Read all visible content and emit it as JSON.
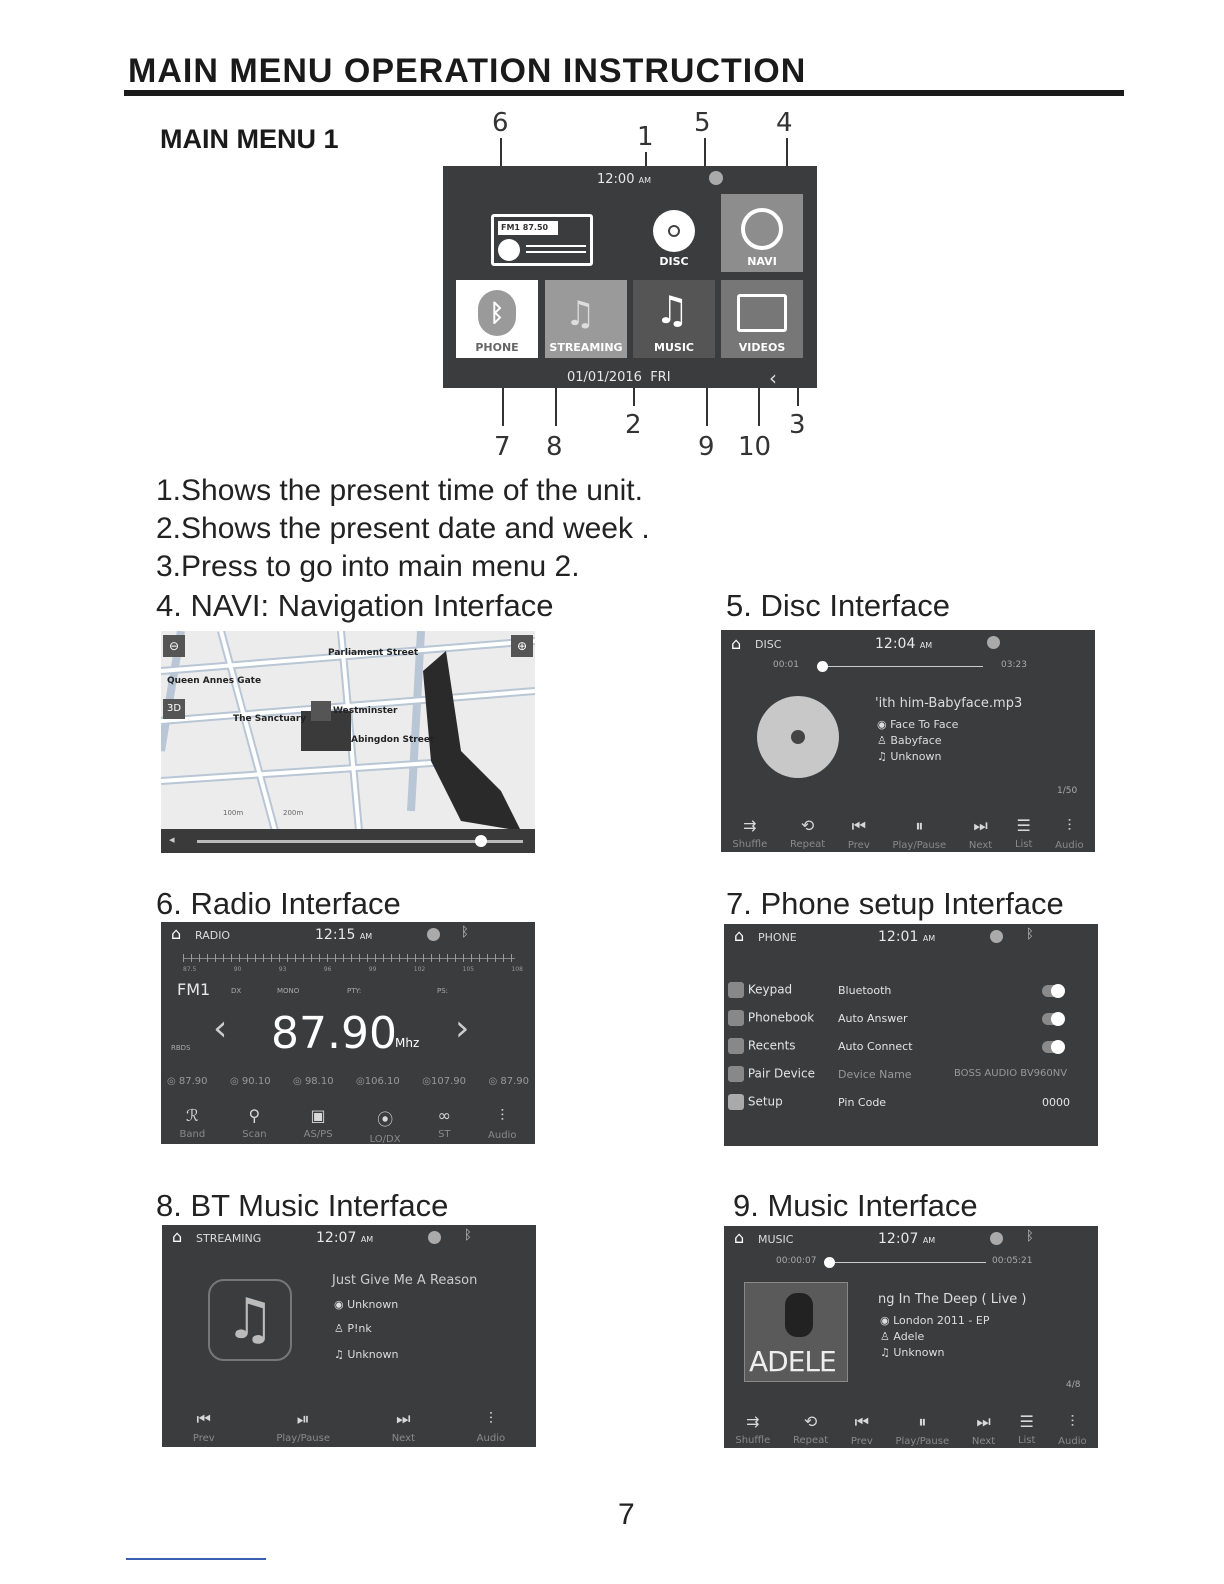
{
  "title": "MAIN MENU OPERATION INSTRUCTION",
  "section": "MAIN MENU 1",
  "callouts": {
    "n1": "1",
    "n2": "2",
    "n3": "3",
    "n4": "4",
    "n5": "5",
    "n6": "6",
    "n7": "7",
    "n8": "8",
    "n9": "9",
    "n10": "10"
  },
  "main_menu": {
    "time": "12:00",
    "ampm": "AM",
    "radio_display": "FM1  87.50",
    "tiles": {
      "disc": "DISC",
      "navi": "NAVI",
      "phone": "PHONE",
      "streaming": "STREAMING",
      "music": "MUSIC",
      "videos": "VIDEOS"
    },
    "date": "01/01/2016",
    "weekday": "FRI"
  },
  "instructions": [
    "1.Shows the present time of the unit.",
    "2.Shows the present date and week .",
    "3.Press to go into main menu 2."
  ],
  "captions": {
    "navi": "4. NAVI: Navigation Interface",
    "disc": "5. Disc Interface",
    "radio": "6. Radio Interface",
    "phone": "7. Phone setup Interface",
    "bt": "8.  BT Music Interface",
    "music": "9. Music Interface"
  },
  "navi": {
    "streets": [
      "Parliament Street",
      "Queen Annes Gate",
      "The Sanctuary",
      "Westminster",
      "Abingdon Street"
    ],
    "mode": "3D",
    "scale1": "100m",
    "scale2": "200m"
  },
  "disc": {
    "source": "DISC",
    "time": "12:04",
    "ampm": "AM",
    "elapsed": "00:01",
    "total": "03:23",
    "track": "'ith him-Babyface.mp3",
    "album": "Face To Face",
    "artist": "Babyface",
    "genre": "Unknown",
    "index": "1/50",
    "buttons": [
      "Shuffle",
      "Repeat",
      "Prev",
      "Play/Pause",
      "Next",
      "List",
      "Audio"
    ]
  },
  "radio": {
    "source": "RADIO",
    "time": "12:15",
    "ampm": "AM",
    "scale": [
      "87.5",
      "90",
      "93",
      "96",
      "99",
      "102",
      "105",
      "108"
    ],
    "band": "FM1",
    "dx": "DX",
    "mono": "MONO",
    "pty": "PTY:",
    "ps": "PS:",
    "rbds": "RBDS",
    "freq": "87.90",
    "unit": "Mhz",
    "presets": [
      "87.90",
      "90.10",
      "98.10",
      "106.10",
      "107.90",
      "87.90"
    ],
    "buttons": [
      "Band",
      "Scan",
      "AS/PS",
      "LO/DX",
      "ST",
      "Audio"
    ]
  },
  "phone": {
    "source": "PHONE",
    "time": "12:01",
    "ampm": "AM",
    "menu": [
      "Keypad",
      "Phonebook",
      "Recents",
      "Pair Device",
      "Setup"
    ],
    "settings": [
      "Bluetooth",
      "Auto Answer",
      "Auto Connect",
      "Device Name",
      "Pin Code"
    ],
    "device_name": "BOSS AUDIO BV960NV",
    "pin": "0000"
  },
  "bt": {
    "source": "STREAMING",
    "time": "12:07",
    "ampm": "AM",
    "track": "Just Give Me A Reason",
    "album": "Unknown",
    "artist": "P!nk",
    "genre": "Unknown",
    "buttons": [
      "Prev",
      "Play/Pause",
      "Next",
      "Audio"
    ]
  },
  "music": {
    "source": "MUSIC",
    "time": "12:07",
    "ampm": "AM",
    "elapsed": "00:00:07",
    "total": "00:05:21",
    "track": "ng In The Deep ( Live )",
    "album": "London 2011 - EP",
    "artist": "Adele",
    "genre": "Unknown",
    "cover_text": "ADELE",
    "index": "4/8",
    "buttons": [
      "Shuffle",
      "Repeat",
      "Prev",
      "Play/Pause",
      "Next",
      "List",
      "Audio"
    ]
  },
  "page_number": "7"
}
